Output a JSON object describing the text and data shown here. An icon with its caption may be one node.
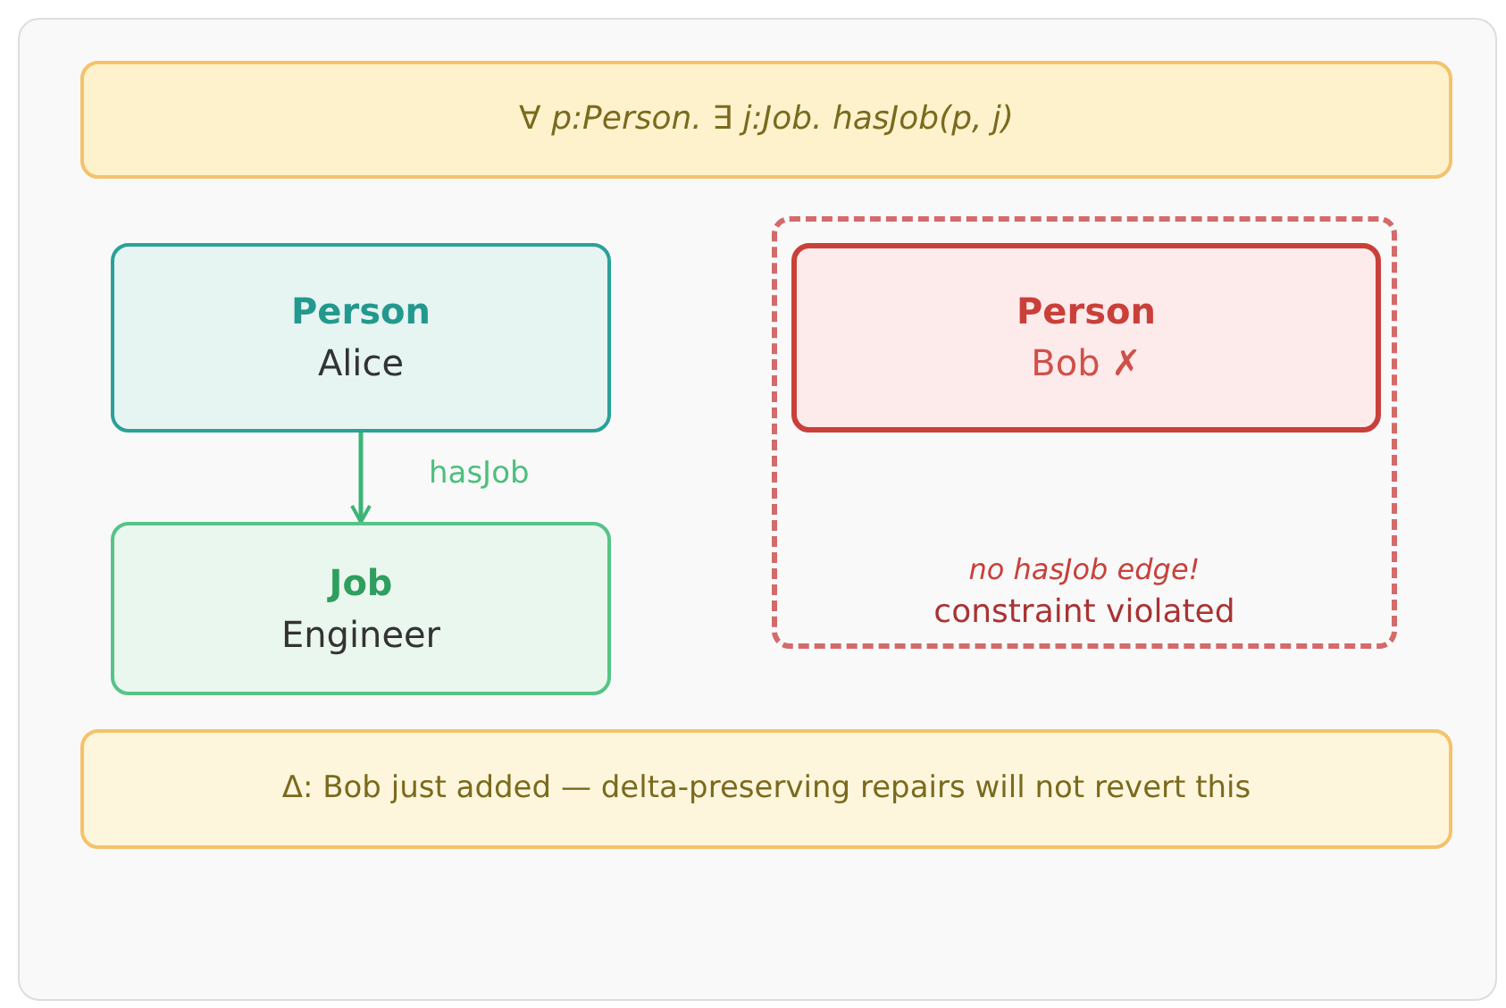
{
  "diagram": {
    "nodes": [
      {
        "text": [
          "∀ p:Person. ∃ j:Job. hasJob(p, j)"
        ]
      },
      {
        "text": [
          "Person",
          "Alice"
        ]
      },
      {
        "text": [
          "Job",
          "Engineer"
        ]
      },
      {
        "text": [
          "no hasJob edge!",
          "constraint violated"
        ]
      },
      {
        "text": [
          "Person",
          "Bob ✗"
        ],
        "in": 3
      },
      {
        "text": [
          "Δ: Bob just added — delta-preserving repairs will not revert this"
        ]
      }
    ],
    "edges": [
      {
        "from": 1,
        "to": 2,
        "arrow": "to",
        "label": "hasJob"
      }
    ]
  }
}
